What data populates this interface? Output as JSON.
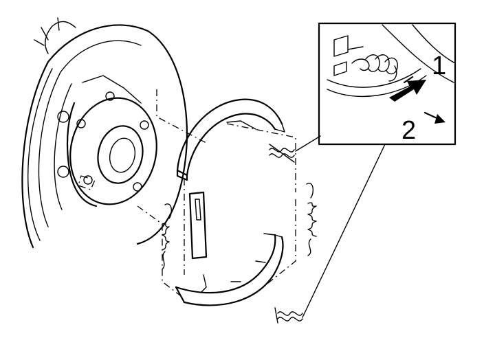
{
  "diagram": {
    "callouts": [
      {
        "id": "1",
        "text": "1"
      },
      {
        "id": "2",
        "text": "2"
      }
    ],
    "colors": {
      "ink": "#000000",
      "paper": "#ffffff"
    },
    "icons": [
      "brake-rotor-icon",
      "wheel-hub-icon",
      "brake-shoe-icon",
      "return-spring-icon",
      "hold-down-spring-icon",
      "adjuster-strut-icon",
      "arrow-icon"
    ]
  }
}
